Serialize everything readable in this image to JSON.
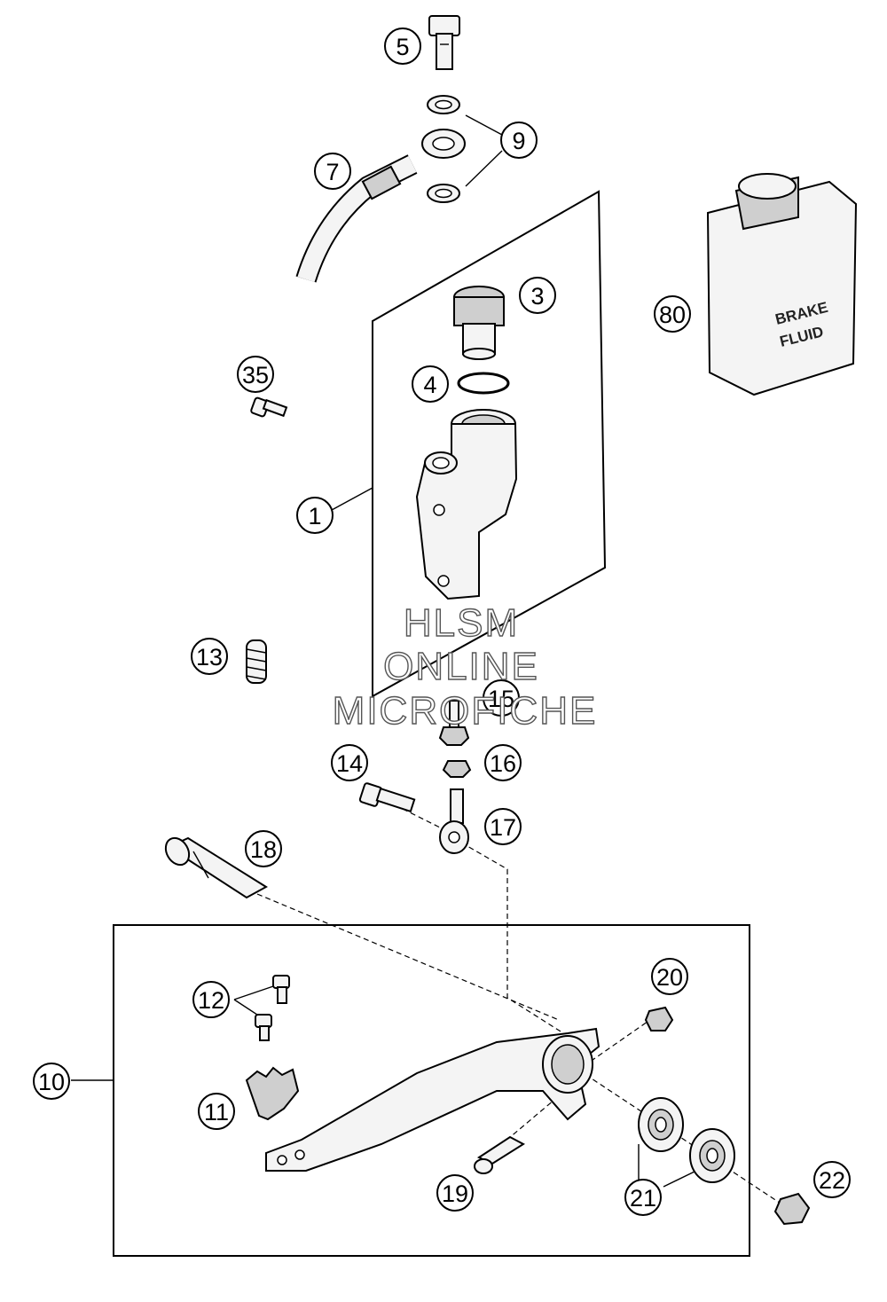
{
  "callouts": {
    "c5": "5",
    "c9": "9",
    "c7": "7",
    "c3": "3",
    "c80": "80",
    "c35": "35",
    "c4": "4",
    "c1": "1",
    "c13": "13",
    "c15": "15",
    "c14": "14",
    "c16": "16",
    "c17": "17",
    "c18": "18",
    "c20": "20",
    "c12": "12",
    "c10": "10",
    "c11": "11",
    "c19": "19",
    "c21": "21",
    "c22": "22"
  },
  "brake_fluid_label": {
    "line1": "BRAKE",
    "line2": "FLUID"
  },
  "watermark": {
    "line1": "HLSM",
    "line2": "ONLINE",
    "line3": "MICROFICHE"
  }
}
